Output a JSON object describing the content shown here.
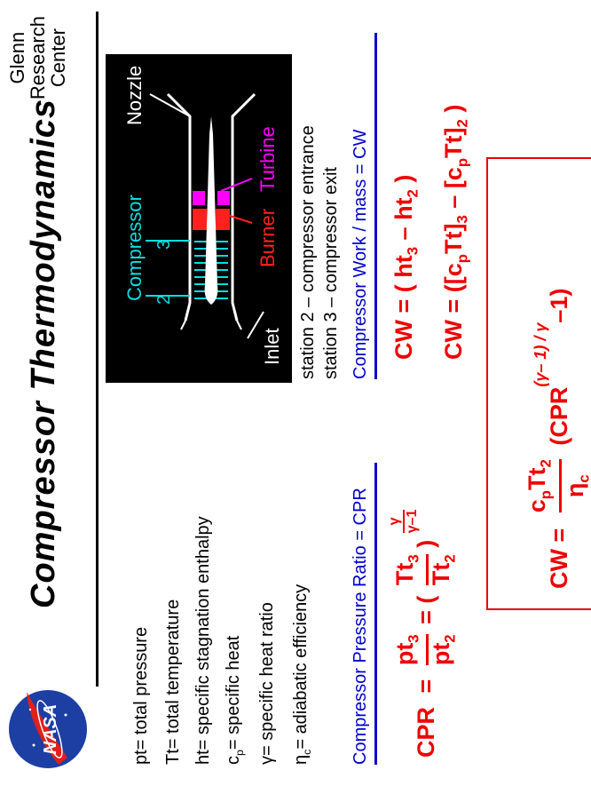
{
  "header": {
    "title": "Compressor Thermodynamics",
    "org_lines": [
      "Glenn",
      "Research",
      "Center"
    ],
    "logo_text": "NASA"
  },
  "definitions": [
    {
      "symbol": "pt",
      "text": "= total pressure"
    },
    {
      "symbol": "Tt",
      "text": "= total temperature"
    },
    {
      "symbol": "ht",
      "text": "= specific stagnation enthalpy"
    },
    {
      "symbol": "cp",
      "text": "= specific heat"
    },
    {
      "symbol": "γ",
      "text": "= specific heat ratio"
    },
    {
      "symbol": "ηc",
      "text": "= adiabatic efficiency"
    }
  ],
  "diagram": {
    "labels": {
      "compressor": "Compressor",
      "station2": "2",
      "station3": "3",
      "burner": "Burner",
      "turbine": "Turbine",
      "nozzle": "Nozzle",
      "inlet": "Inlet"
    },
    "colors": {
      "compressor": "#00e0e0",
      "burner": "#ff2020",
      "turbine": "#ff00ff",
      "body": "#ffffff",
      "background": "#000000"
    },
    "stations": [
      "station 2  – compressor entrance",
      "station 3  – compressor exit"
    ]
  },
  "cpr_section": {
    "heading": "Compressor  Pressure  Ratio = CPR",
    "lhs": "CPR",
    "equals": "=",
    "pt3": "pt",
    "sub3": "3",
    "pt2": "pt",
    "sub2": "2",
    "Tt3": "Tt",
    "Tt2": "Tt",
    "gamma": "γ",
    "gamma_minus_1": "γ–1"
  },
  "cw_section": {
    "heading": "Compressor  Work / mass = CW",
    "eq1_lhs": "CW = ( ht",
    "eq1_mid": " –  ht",
    "eq1_end": " )",
    "eq2_lhs": "CW = ([c",
    "eq2_mid": "Tt]",
    "eq2_sep": " – [c",
    "eq2_mid2": "Tt]",
    "eq2_end": " )"
  },
  "boxed_equation": {
    "lhs": "CW =",
    "num_c": "c",
    "num_p": "p",
    "num_Tt": "Tt",
    "num_sub": "2",
    "eta": "η",
    "eta_sub": "c",
    "paren_open": "(CPR",
    "exponent": "(γ– 1) / γ",
    "paren_close": "–1)"
  },
  "colors": {
    "accent_red": "#ee0000",
    "heading_blue": "#0000cc"
  }
}
